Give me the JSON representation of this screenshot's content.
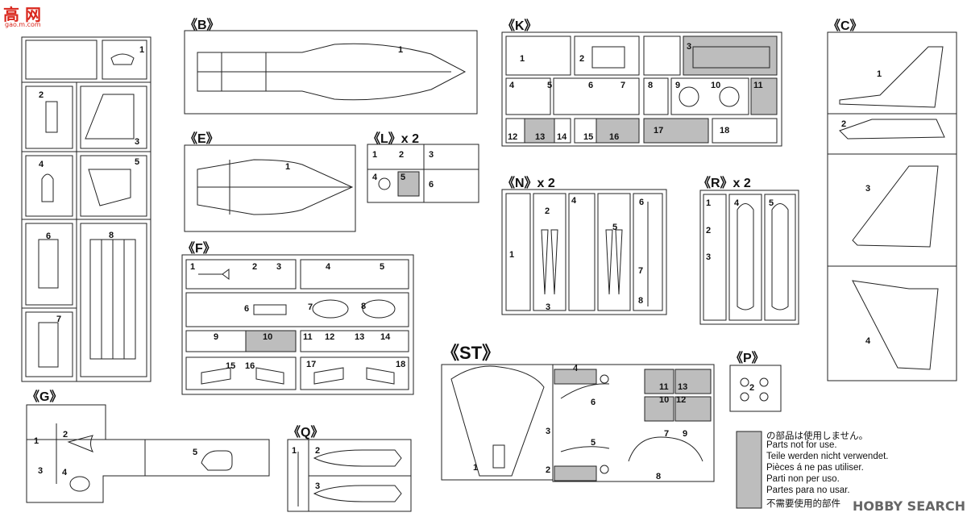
{
  "header": {
    "logo_text": "高 网",
    "logo_url": "gao.m.com",
    "footer_watermark": "HOBBY SEARCH"
  },
  "sprues": {
    "B": "《B》",
    "E": "《E》",
    "F": "《F》",
    "G": "《G》",
    "K": "《K》",
    "L": "《L》x 2",
    "N": "《N》x 2",
    "R": "《R》x 2",
    "C": "《C》",
    "P": "《P》",
    "Q": "《Q》",
    "ST": "《ST》"
  },
  "part_numbers": {
    "left": [
      "1",
      "2",
      "3",
      "4",
      "5",
      "6",
      "7",
      "8"
    ],
    "B": [
      "1"
    ],
    "E": [
      "1"
    ],
    "F": [
      "1",
      "2",
      "3",
      "4",
      "5",
      "6",
      "7",
      "8",
      "9",
      "10",
      "11",
      "12",
      "13",
      "14",
      "15",
      "16",
      "17",
      "18"
    ],
    "G": [
      "1",
      "2",
      "3",
      "4",
      "5"
    ],
    "K": [
      "1",
      "2",
      "3",
      "4",
      "5",
      "6",
      "7",
      "8",
      "9",
      "10",
      "11",
      "12",
      "13",
      "14",
      "15",
      "16",
      "17",
      "18"
    ],
    "L": [
      "1",
      "2",
      "3",
      "4",
      "5",
      "6"
    ],
    "N": [
      "1",
      "2",
      "3",
      "4",
      "5",
      "6",
      "7",
      "8"
    ],
    "R": [
      "1",
      "2",
      "3",
      "4",
      "5"
    ],
    "C": [
      "1",
      "2",
      "3",
      "4"
    ],
    "P": [
      "2"
    ],
    "Q": [
      "1",
      "2",
      "3"
    ],
    "ST": [
      "1",
      "2",
      "3",
      "4",
      "5",
      "6",
      "7",
      "8",
      "9",
      "10",
      "11",
      "12",
      "13"
    ]
  },
  "legend": {
    "lines": [
      "の部品は使用しません。",
      "Parts not for use.",
      "Teile werden nicht verwendet.",
      "Pièces á ne pas utiliser.",
      "Parti non per uso.",
      "Partes para no usar.",
      "不需要使用的部件"
    ],
    "swatch_color": "#bdbdbd"
  },
  "colors": {
    "line": "#222222",
    "unused": "#bdbdbd",
    "logo_red": "#d9261c"
  }
}
